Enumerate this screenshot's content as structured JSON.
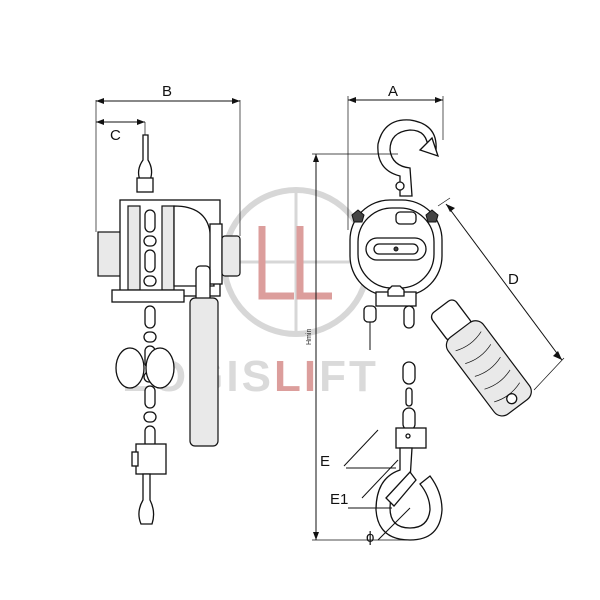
{
  "labels": {
    "A": "A",
    "B": "B",
    "C": "C",
    "D": "D",
    "E": "E",
    "E1": "E1",
    "phi": "ϕ",
    "hmin": "Hmin"
  },
  "watermark": {
    "text": "LOGISLIFT",
    "color": "#c0504d"
  }
}
